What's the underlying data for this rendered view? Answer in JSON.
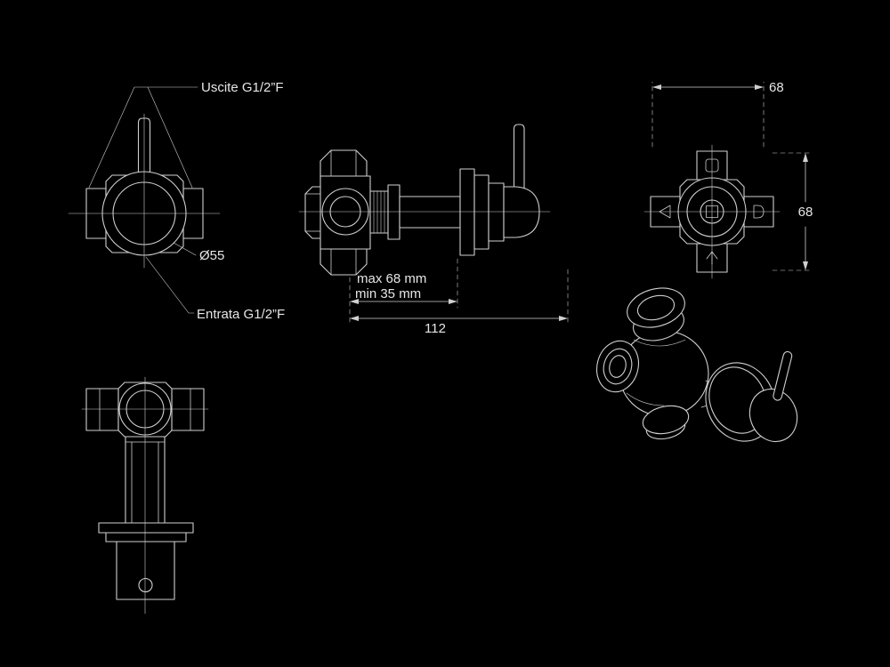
{
  "canvas": {
    "background_color": "#000000",
    "line_color": "#cfcfcf",
    "text_color": "#e6e6e6"
  },
  "front_view": {
    "outlets_label": "Uscite G1/2”F",
    "diameter_label": "Ø55",
    "inlet_label": "Entrata G1/2”F"
  },
  "side_view": {
    "max_depth_label": "max 68 mm",
    "min_depth_label": "min 35 mm",
    "length_dim": "112"
  },
  "rear_view": {
    "width_dim": "68",
    "height_dim": "68"
  }
}
